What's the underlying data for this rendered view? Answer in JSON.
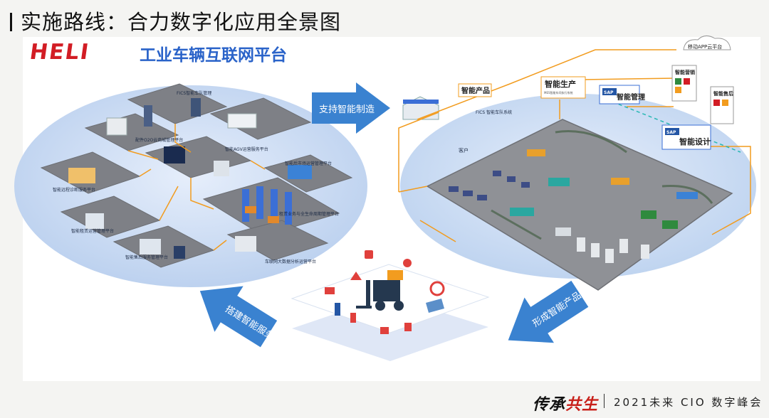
{
  "slide": {
    "title": "实施路线：合力数字化应用全景图"
  },
  "brand": {
    "logo": "HELI",
    "platform": "工业车辆互联网平台"
  },
  "arrows": {
    "top": "支持智能制造",
    "bottom_right": "形成智能产品",
    "bottom_left": "搭建智能服务"
  },
  "right_platform": {
    "smart_product": "智能产品",
    "smart_production": "智能生产",
    "smart_production_sub": "MES智能车间执行系统",
    "smart_management": "智能管理",
    "smart_design": "智能设计",
    "smart_marketing": "智能营销",
    "smart_after_sales": "智能售后",
    "mobile_cloud": "移动APP云平台",
    "fics": "FICS 智能车队系统",
    "customer": "客户",
    "sap": "SAP",
    "sap_plm": "SAP"
  },
  "left_platform": {
    "tags": [
      "FICS智能车队管理",
      "配件O2O云商城管理平台",
      "智能AGV运营服务平台",
      "智能后市场运营管理平台",
      "智能远程诊断服务平台",
      "租赁业务与全生命周期管理平台",
      "智能租赁运营管理平台",
      "智能售后服务管理平台",
      "车联网大数据分析运营平台"
    ]
  },
  "footer": {
    "calligraphy_1": "传承",
    "calligraphy_2": "共生",
    "event": "2021未来 CIO 数字峰会"
  },
  "colors": {
    "arrow_blue": "#3a82d0",
    "accent_orange": "#f29c1f",
    "brand_red": "#d21c24",
    "platform_blue": "#2a63c9",
    "disc_blue": "#c9dcf3",
    "floor_gray": "#8f9196"
  }
}
